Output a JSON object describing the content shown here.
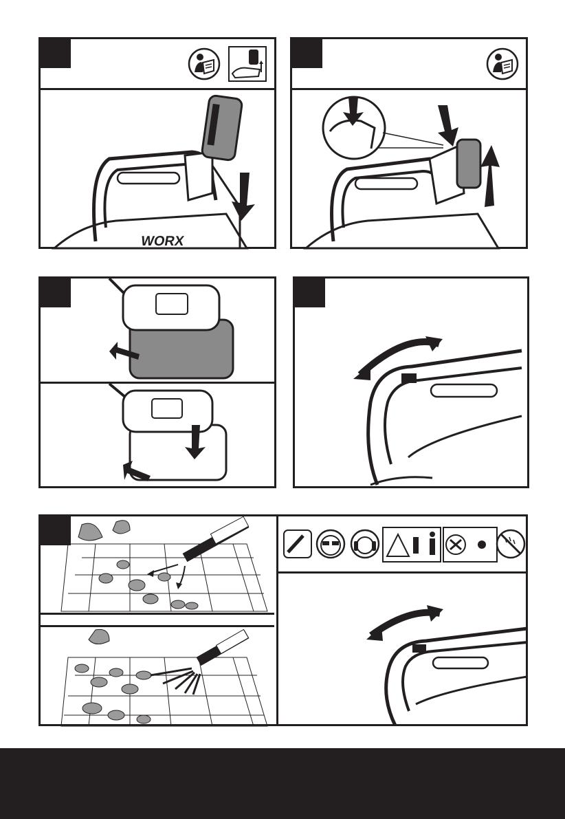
{
  "figures": [
    {
      "id": "fig-attach-battery",
      "caption": ""
    },
    {
      "id": "fig-release-battery",
      "caption": ""
    },
    {
      "id": "fig-charger",
      "caption": ""
    },
    {
      "id": "fig-speed-switch",
      "caption": ""
    },
    {
      "id": "fig-operation",
      "caption": ""
    }
  ],
  "brand_mark": "WORX",
  "safety_icons": [
    "read-manual-icon",
    "eye-protection-icon",
    "ear-protection-icon",
    "keep-bystanders-away-icon",
    "rotating-fan-warning-icon",
    "do-not-expose-to-rain-icon"
  ],
  "colors": {
    "ink": "#231f20",
    "battery_gray": "#8a8a8a",
    "leaf_gray": "#9b9b9b",
    "paper": "#ffffff"
  }
}
